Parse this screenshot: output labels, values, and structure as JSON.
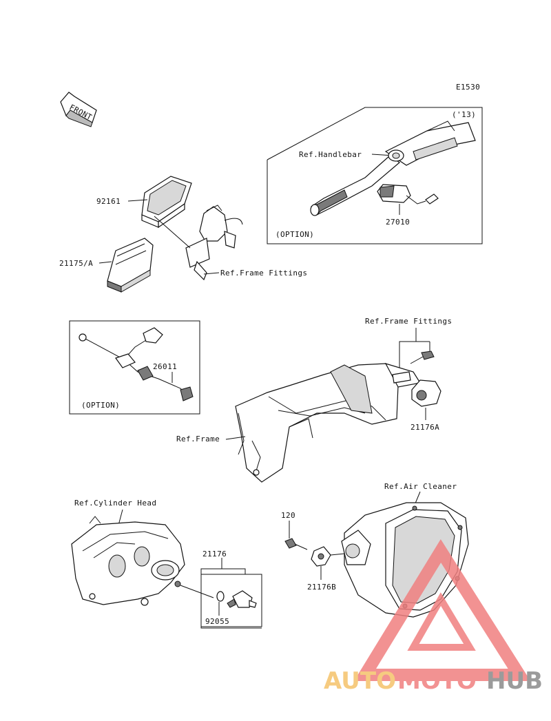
{
  "diagram_code": "E1530",
  "front_arrow_label": "FRONT",
  "handlebar_box": {
    "year": "('13)",
    "option": "(OPTION)",
    "ref_handlebar": "Ref.Handlebar",
    "part": "27010"
  },
  "ecu_group": {
    "part_92161": "92161",
    "part_21175A": "21175/A",
    "ref_frame_fittings": "Ref.Frame Fittings"
  },
  "harness_box": {
    "part": "26011",
    "option": "(OPTION)"
  },
  "frame_group": {
    "ref_frame_fittings": "Ref.Frame Fittings",
    "ref_frame": "Ref.Frame",
    "part_21176A": "21176A"
  },
  "cylinder_group": {
    "ref_cylinder_head": "Ref.Cylinder Head",
    "part_21176": "21176",
    "part_92055": "92055"
  },
  "air_cleaner_group": {
    "ref_air_cleaner": "Ref.Air Cleaner",
    "part_120": "120",
    "part_21176B": "21176B"
  },
  "watermark": {
    "part1": "AUTO",
    "part2": "MOTO",
    "part3": "HUB",
    "colors": {
      "auto": "#f5c36b",
      "moto": "#f08080",
      "hub": "#8a8a8a",
      "triangle": "#f08080"
    }
  }
}
